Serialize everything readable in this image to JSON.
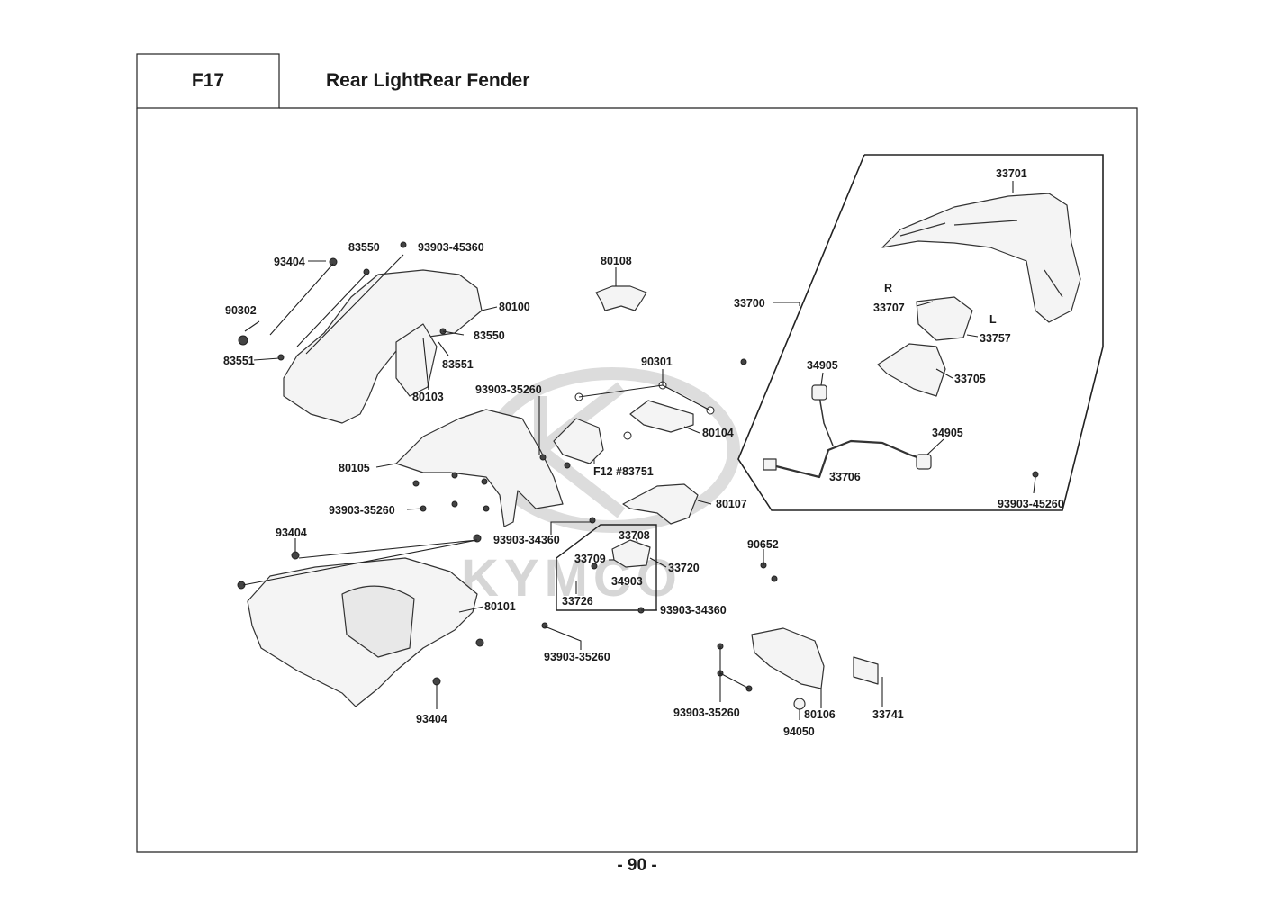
{
  "header": {
    "code": "F17",
    "title": "Rear LightRear Fender"
  },
  "footer": {
    "page_number": "- 90 -"
  },
  "watermark": {
    "text": "KYMCO",
    "color": "#d4d4d4"
  },
  "labels": {
    "p33701": "33701",
    "p33700": "33700",
    "r_mark": "R",
    "l_mark": "L",
    "p33707": "33707",
    "p33757": "33757",
    "p33705": "33705",
    "p34905a": "34905",
    "p34905b": "34905",
    "p33706": "33706",
    "p93903_45260": "93903-45260",
    "p93404_top": "93404",
    "p83550_top": "83550",
    "p93903_45360": "93903-45360",
    "p90302": "90302",
    "p80100": "80100",
    "p83550_mid": "83550",
    "p83551_left": "83551",
    "p83551_right": "83551",
    "p80103": "80103",
    "p80108": "80108",
    "p90301": "90301",
    "p93903_35260_a": "93903-35260",
    "p80104": "80104",
    "p80105": "80105",
    "p_f12_ref": "F12  #83751",
    "p93903_35260_b": "93903-35260",
    "p80107": "80107",
    "p93404_mid": "93404",
    "p93903_34360_a": "93903-34360",
    "p33708": "33708",
    "p33709": "33709",
    "p33720": "33720",
    "p34903": "34903",
    "p33726": "33726",
    "p90652": "90652",
    "p80101": "80101",
    "p93903_34360_b": "93903-34360",
    "p93903_35260_c": "93903-35260",
    "p93404_bottom": "93404",
    "p93903_35260_d": "93903-35260",
    "p80106": "80106",
    "p94050": "94050",
    "p33741": "33741"
  }
}
